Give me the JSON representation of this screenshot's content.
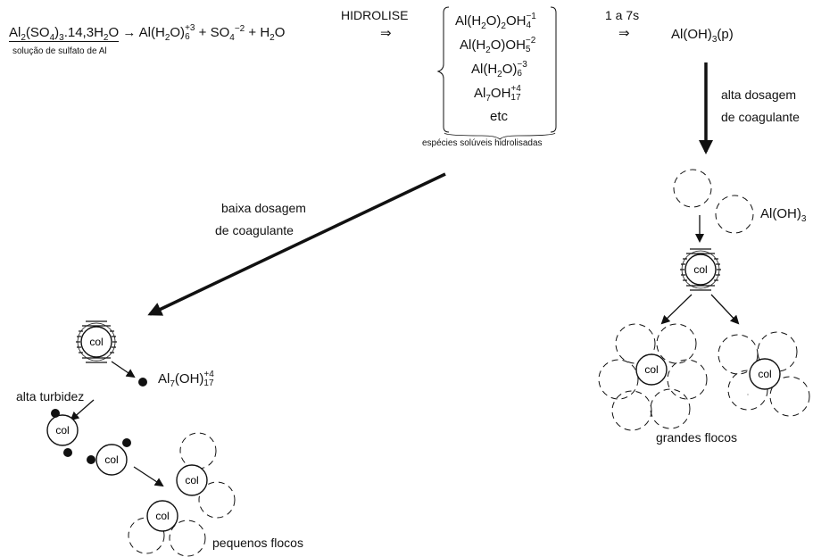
{
  "equation": {
    "reactant_main": "Al",
    "reactant_sub1": "2",
    "reactant_mid": "(SO",
    "reactant_sub2": "4",
    "reactant_end": ")",
    "reactant_sub3": "3",
    "reactant_water": ".14,3H",
    "reactant_sub4": "2",
    "reactant_o": "O",
    "arrow": "→",
    "product1": "Al(H",
    "product1_sub": "2",
    "product1_end": "O)",
    "product1_sub2": "6",
    "product1_sup": "+3",
    "plus1": "+ SO",
    "so4_sub": "4",
    "so4_sup": "−2",
    "plus2": "+ H",
    "h2o_sub": "2",
    "h2o_end": "O",
    "reactant_caption": "solução de sulfato de Al"
  },
  "hydrolysis": {
    "label": "HIDROLISE",
    "implies": "⇒",
    "time_label": "1 a 7s",
    "implies2": "⇒",
    "product": "Al(OH)",
    "product_sub": "3",
    "product_end": "(p)",
    "species": [
      {
        "a": "Al(H",
        "s1": "2",
        "b": "O)",
        "s2": "2",
        "c": "OH",
        "sub": "4",
        "sup": "−1"
      },
      {
        "a": "Al(H",
        "s1": "2",
        "b": "O)OH",
        "s2": "",
        "c": "",
        "sub": "5",
        "sup": "−2"
      },
      {
        "a": "Al(H",
        "s1": "2",
        "b": "O)",
        "s2": "",
        "c": "",
        "sub": "6",
        "sup": "−3"
      },
      {
        "a": "Al",
        "s1": "7",
        "b": "OH",
        "s2": "",
        "c": "",
        "sub": "17",
        "sup": "+4"
      }
    ],
    "species_etc": "etc",
    "species_caption": "espécies solúveis hidrolisadas"
  },
  "high_dose": {
    "label_line1": "alta dosagem",
    "label_line2": "de coagulante",
    "aloh3": "Al(OH)",
    "aloh3_sub": "3",
    "colloid": "col",
    "result": "grandes flocos"
  },
  "low_dose": {
    "label_line1": "baixa dosagem",
    "label_line2": "de coagulante",
    "colloid": "col",
    "al7_main": "Al",
    "al7_sub": "7",
    "al7_mid": "(OH)",
    "al7_sub2": "17",
    "al7_sup": "+4",
    "turbidity": "alta turbidez",
    "result": "pequenos flocos"
  }
}
